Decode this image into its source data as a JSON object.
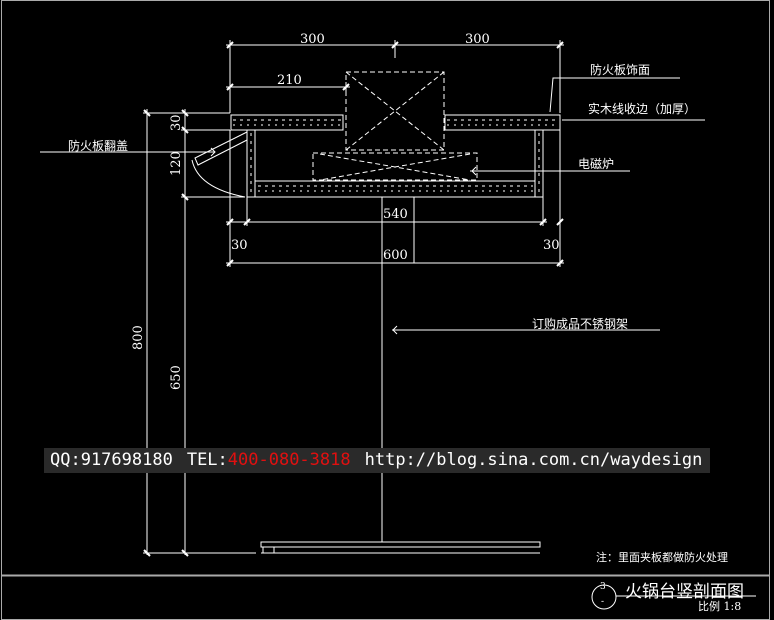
{
  "dimensions": {
    "top_left_300": "300",
    "top_right_300": "300",
    "top_210": "210",
    "inner_540": "540",
    "left_30": "30",
    "right_30": "30",
    "overall_600": "600",
    "height_800": "800",
    "height_650": "650",
    "slab_30": "30",
    "depth_120": "120"
  },
  "labels": {
    "fireproof_veneer": "防火板饰面",
    "wood_edge": "实木线收边（加厚）",
    "induction_cooker": "电磁炉",
    "fireproof_flap": "防火板翻盖",
    "steel_frame": "订购成品不锈钢架"
  },
  "note": "注：里面夹板都做防火处理",
  "title_block": {
    "number": "3",
    "sub": "-",
    "title": "火锅台竖剖面图",
    "scale": "比例 1:8"
  },
  "watermark": {
    "qq": "QQ:917698180",
    "tel_label": "TEL:",
    "tel": "400-080-3818",
    "url": "http://blog.sina.com.cn/waydesign"
  },
  "colors": {
    "background": "#000000",
    "line": "#ffffff",
    "tel": "#e01010"
  }
}
